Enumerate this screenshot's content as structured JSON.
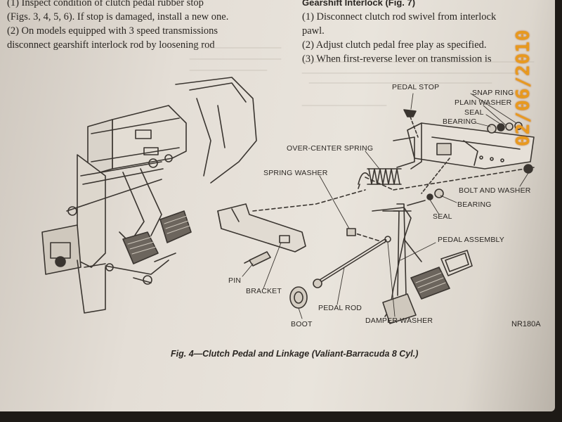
{
  "left_text": [
    "(1) Inspect condition of clutch pedal rubber stop",
    "(Figs. 3, 4, 5, 6). If stop is damaged, install a new one.",
    "(2) On models equipped with 3 speed transmissions",
    "disconnect gearshift interlock rod by loosening rod"
  ],
  "right_text": [
    "Gearshift Interlock (Fig. 7)",
    "(1) Disconnect clutch rod swivel from interlock",
    "pawl.",
    "(2) Adjust clutch pedal free play as specified.",
    "(3) When first-reverse lever on transmission is"
  ],
  "labels": {
    "pedal_stop": "PEDAL STOP",
    "snap_ring": "SNAP RING",
    "plain_washer": "PLAIN WASHER",
    "seal_top": "SEAL",
    "bearing_top": "BEARING",
    "over_center_spring": "OVER-CENTER SPRING",
    "spring_washer": "SPRING WASHER",
    "bolt_and_washer": "BOLT AND WASHER",
    "bearing_mid": "BEARING",
    "seal_mid": "SEAL",
    "pedal_assembly": "PEDAL ASSEMBLY",
    "pin": "PIN",
    "bracket": "BRACKET",
    "pedal_rod": "PEDAL ROD",
    "boot": "BOOT",
    "damper_washer": "DAMPER WASHER",
    "figure_code": "NR180A"
  },
  "caption": "Fig. 4—Clutch Pedal and Linkage (Valiant-Barracuda 8 Cyl.)",
  "date_stamp": "02/06/2010"
}
